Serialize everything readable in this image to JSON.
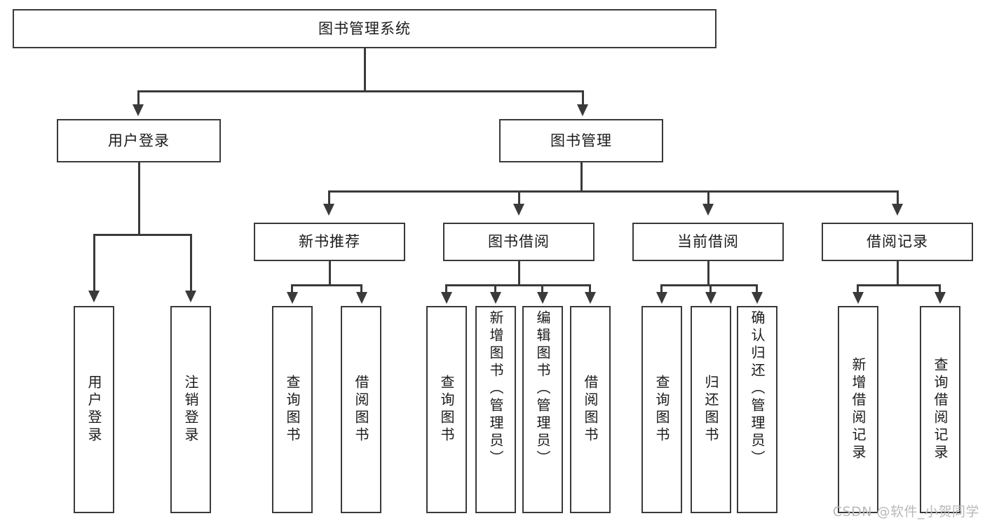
{
  "diagram": {
    "title": "图书管理系统",
    "watermark": "CSDN @软件_小贺同学",
    "root": {
      "label": "图书管理系统"
    },
    "level2": [
      {
        "label": "用户登录"
      },
      {
        "label": "图书管理"
      }
    ],
    "level3": [
      {
        "label": "新书推荐"
      },
      {
        "label": "图书借阅"
      },
      {
        "label": "当前借阅"
      },
      {
        "label": "借阅记录"
      }
    ],
    "leaves": {
      "user_login": [
        {
          "label": "用户登录"
        },
        {
          "label": "注销登录"
        }
      ],
      "new_book_recommend": [
        {
          "label": "查询图书"
        },
        {
          "label": "借阅图书"
        }
      ],
      "book_borrow": [
        {
          "label": "查询图书"
        },
        {
          "label": "新增图书（管理员）"
        },
        {
          "label": "编辑图书（管理员）"
        },
        {
          "label": "借阅图书"
        }
      ],
      "current_borrow": [
        {
          "label": "查询图书"
        },
        {
          "label": "归还图书"
        },
        {
          "label": "确认归还（管理员）"
        }
      ],
      "borrow_record": [
        {
          "label": "新增借阅记录"
        },
        {
          "label": "查询借阅记录"
        }
      ]
    },
    "colors": {
      "stroke": "#3a3a3a",
      "background": "#ffffff",
      "text": "#1b1b1b",
      "watermark": "#b9b9b9"
    }
  }
}
